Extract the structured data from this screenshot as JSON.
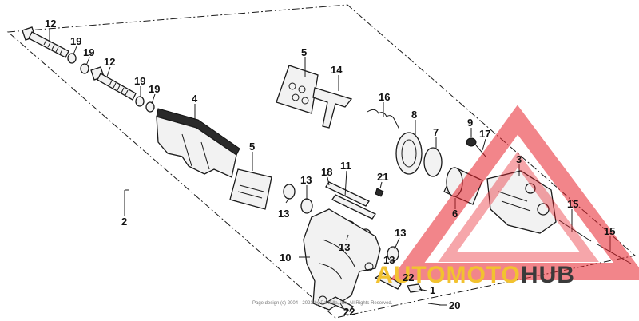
{
  "callouts": [
    "12",
    "19",
    "19",
    "12",
    "19",
    "19",
    "5",
    "14",
    "4",
    "16",
    "8",
    "7",
    "9",
    "17",
    "3",
    "5",
    "18",
    "11",
    "21",
    "13",
    "13",
    "13",
    "13",
    "13",
    "6",
    "15",
    "15",
    "10",
    "2",
    "22",
    "22",
    "1",
    "20"
  ],
  "watermark": {
    "brand_part1": "AUTOMOTO",
    "brand_part2": "HUB",
    "accent_color": "#e8202a",
    "accent2_color": "#f2c230",
    "dark_color": "#3a3a3a"
  },
  "footer_copyright": "Page design (c) 2004 - 2021 by Partzilla, Inc. All Rights Reserved."
}
